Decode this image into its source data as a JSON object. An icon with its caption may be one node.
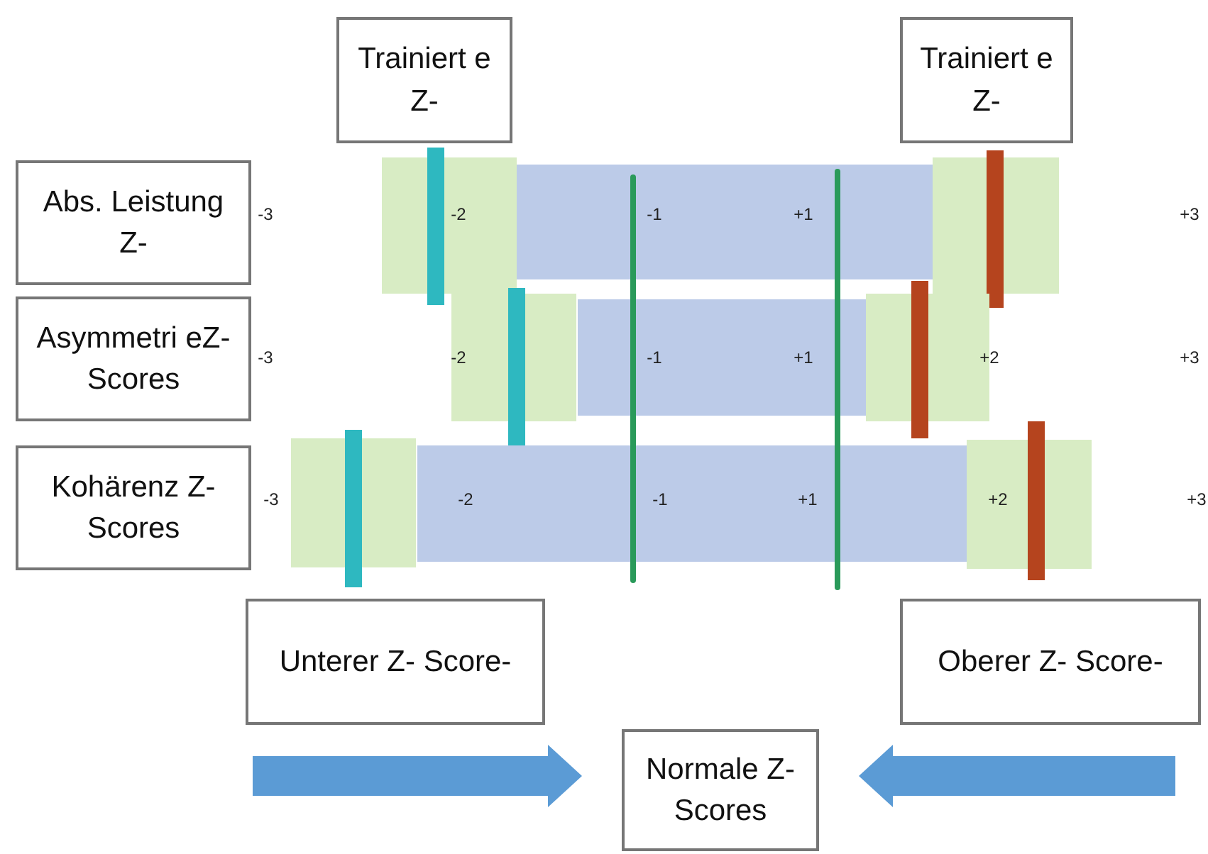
{
  "diagram": {
    "nodes": [
      {
        "text": [
          "Trainiert e Z-"
        ]
      },
      {
        "text": [
          "Trainiert e Z-"
        ]
      },
      {
        "text": [
          "Abs. Leistung Z-"
        ]
      },
      {
        "text": [
          "Asymmetri eZ-Scores"
        ]
      },
      {
        "text": [
          "Kohärenz Z-Scores"
        ]
      },
      {
        "text": [
          "Unterer Z- Score-"
        ]
      },
      {
        "text": [
          "Oberer Z- Score-"
        ]
      },
      {
        "text": [
          "Normale Z-Scores"
        ]
      }
    ],
    "edges": [
      {
        "from": null,
        "to": 7,
        "arrow": "to"
      },
      {
        "from": null,
        "to": 7,
        "arrow": "to"
      }
    ],
    "labels": [
      "-3",
      "-2",
      "-1",
      "+1",
      "+3",
      "-3",
      "-2",
      "-1",
      "+1",
      "+2",
      "+3",
      "-3",
      "-2",
      "-1",
      "+1",
      "+2",
      "+3"
    ]
  }
}
